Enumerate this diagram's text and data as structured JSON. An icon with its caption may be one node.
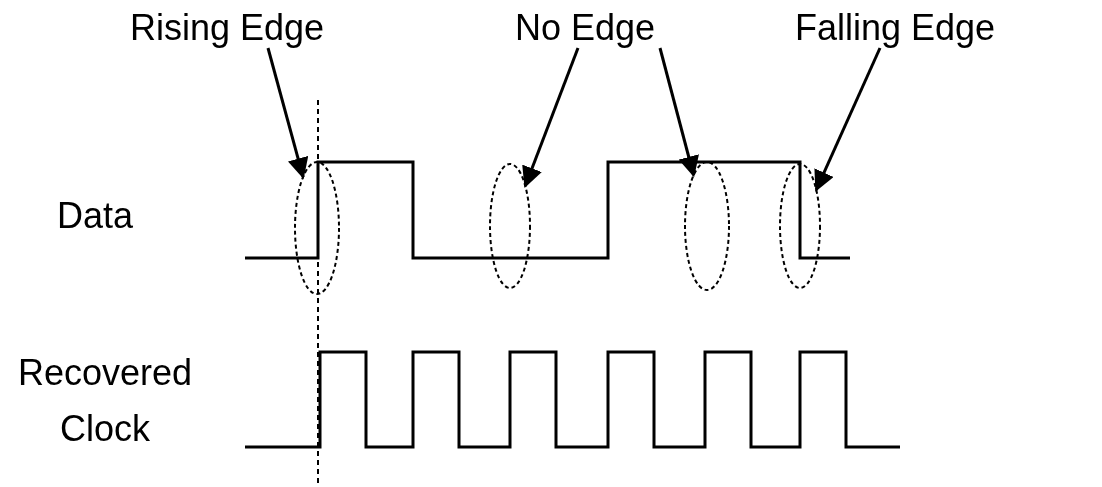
{
  "diagram": {
    "nodes": [
      {
        "text": [
          "Rising Edge"
        ]
      },
      {
        "text": [
          "No Edge"
        ]
      },
      {
        "text": [
          "Falling Edge"
        ]
      },
      {
        "text": [],
        "shape": "ellipse"
      },
      {
        "text": [],
        "shape": "ellipse"
      },
      {
        "text": [],
        "shape": "ellipse"
      },
      {
        "text": [],
        "shape": "ellipse"
      }
    ],
    "edges": [
      {
        "from": 0,
        "to": 3,
        "arrow": "to"
      },
      {
        "from": 1,
        "to": 4,
        "arrow": "to"
      },
      {
        "from": 1,
        "to": 5,
        "arrow": "to"
      },
      {
        "from": 2,
        "to": 6,
        "arrow": "to"
      }
    ],
    "labels": [
      "Data",
      "Recovered Clock"
    ]
  }
}
